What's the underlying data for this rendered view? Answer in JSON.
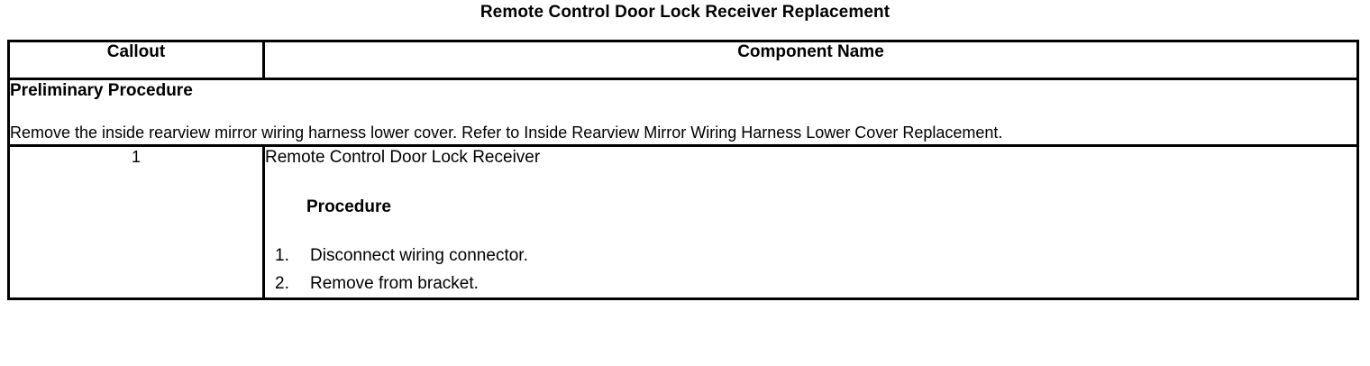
{
  "document": {
    "title": "Remote Control Door Lock Receiver Replacement"
  },
  "table": {
    "headers": {
      "callout": "Callout",
      "component_name": "Component Name"
    },
    "preliminary": {
      "heading": "Preliminary Procedure",
      "body": "Remove the inside rearview mirror wiring harness lower cover. Refer to Inside Rearview Mirror Wiring Harness Lower Cover Replacement."
    },
    "rows": [
      {
        "callout": "1",
        "component_name": "Remote Control Door Lock Receiver",
        "procedure_heading": "Procedure",
        "steps": [
          {
            "number": "1.",
            "text": "Disconnect wiring connector."
          },
          {
            "number": "2.",
            "text": "Remove from bracket."
          }
        ]
      }
    ]
  },
  "colors": {
    "border": "#000000",
    "text": "#000000",
    "background": "#ffffff"
  }
}
